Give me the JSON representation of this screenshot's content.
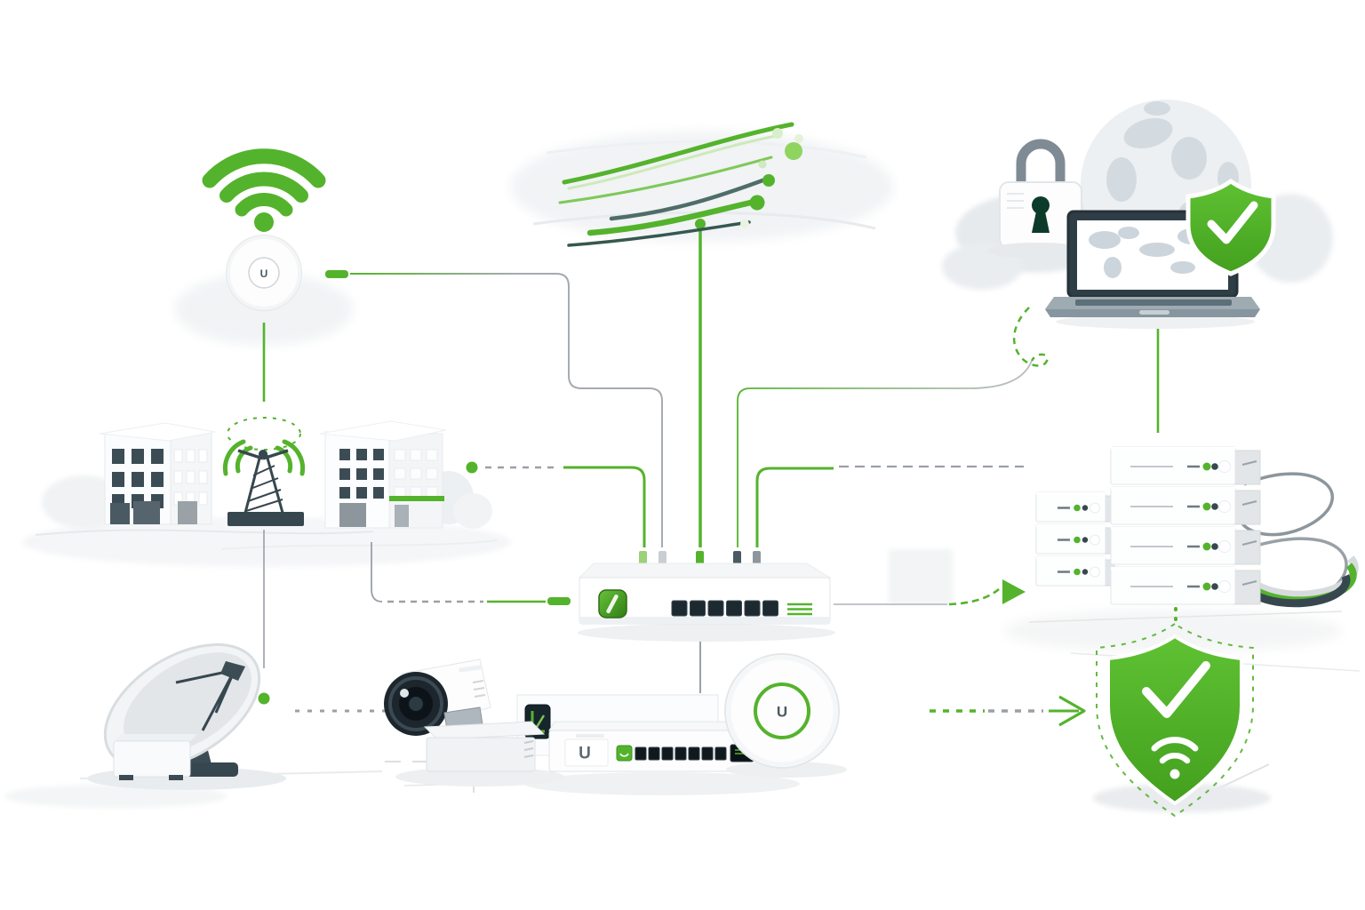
{
  "meta": {
    "description": "Network topology illustration: wireless, fiber, cellular and satellite links feeding a gateway that protects cameras, switches, access points, laptops and servers"
  },
  "colors": {
    "brand_green": "#54b32c",
    "green_light": "#9bd178",
    "green_pale": "#cdeab8",
    "green_dark": "#3f9020",
    "dark_slate": "#37474f",
    "slate_mid": "#4a5a63",
    "line_gray": "#9aa0a6",
    "light_gray_line": "#c9ced2",
    "connector_gray": "#8d969c",
    "panel_dark": "#17252d",
    "port_dark": "#1d2930",
    "soft_gray": "#eceff1",
    "keyhole_green": "#0c3b2a",
    "led_green": "#54b32c",
    "led_dark": "#37474f"
  },
  "nodes": {
    "wifi_ap_top": {
      "name": "wireless access point",
      "icon": "wifi-icon",
      "logo_letter": "U"
    },
    "campus": {
      "name": "buildings with cell tower",
      "icon": "buildings-tower-icon"
    },
    "cell_tower": {
      "name": "cellular tower",
      "icon": "radio-tower-icon"
    },
    "satellite_dish": {
      "name": "satellite dish uplink",
      "icon": "satellite-dish-icon"
    },
    "fiber": {
      "name": "fiber optic uplink",
      "icon": "fiber-strands-icon"
    },
    "gateway": {
      "name": "security gateway",
      "icon": "gateway-logo-icon",
      "ports": 6,
      "drop_lines": 5
    },
    "camera": {
      "name": "security camera",
      "icon": "camera-icon"
    },
    "device_panel": {
      "name": "console panel",
      "icon": "panel-logo-icon"
    },
    "switch_bottom": {
      "name": "rack switch",
      "logo_letter": "U",
      "ports": 8
    },
    "ap_disc": {
      "name": "access point disc",
      "logo_letter": "U"
    },
    "padlock": {
      "name": "padlock",
      "icon": "padlock-icon"
    },
    "globe": {
      "name": "globe",
      "icon": "globe-icon"
    },
    "laptop": {
      "name": "laptop with world map",
      "icon": "laptop-icon"
    },
    "shield_top": {
      "name": "security shield with checkmark",
      "icon": "shield-check-icon"
    },
    "servers": {
      "name": "server stacks",
      "left_stack_units": 3,
      "right_stack_units": 4
    },
    "shield_bottom": {
      "name": "protected wireless shield",
      "icon": "shield-check-wifi-icon"
    }
  },
  "connections": [
    {
      "from": "wifi_ap_top",
      "to": "gateway",
      "style": "green-to-gray solid"
    },
    {
      "from": "wifi_ap_top",
      "to": "cell_tower",
      "style": "green solid"
    },
    {
      "from": "campus",
      "to": "gateway",
      "style": "green dot + gray dashes + green solid"
    },
    {
      "from": "campus",
      "to": "gateway-left",
      "style": "gray dashes + green connector"
    },
    {
      "from": "cell_tower",
      "to": "satellite_area",
      "style": "thin gray drop + green dot"
    },
    {
      "from": "satellite_dish",
      "to": "camera",
      "style": "gray dotted"
    },
    {
      "from": "fiber",
      "to": "gateway",
      "style": "green solid"
    },
    {
      "from": "laptop",
      "to": "gateway",
      "style": "green dashed squiggle + thin gray"
    },
    {
      "from": "gateway",
      "to": "servers",
      "style": "green solid + gray dashed"
    },
    {
      "from": "gateway",
      "to": "servers",
      "style": "gray line + green dashed arrow"
    },
    {
      "from": "gateway",
      "to": "device_panel",
      "style": "gray solid"
    },
    {
      "from": "laptop",
      "to": "servers",
      "style": "green solid"
    },
    {
      "from": "ap_disc",
      "to": "shield_bottom",
      "style": "green/gray dotted arrow"
    },
    {
      "from": "servers",
      "to": "shield_bottom",
      "style": "green dotted"
    }
  ]
}
